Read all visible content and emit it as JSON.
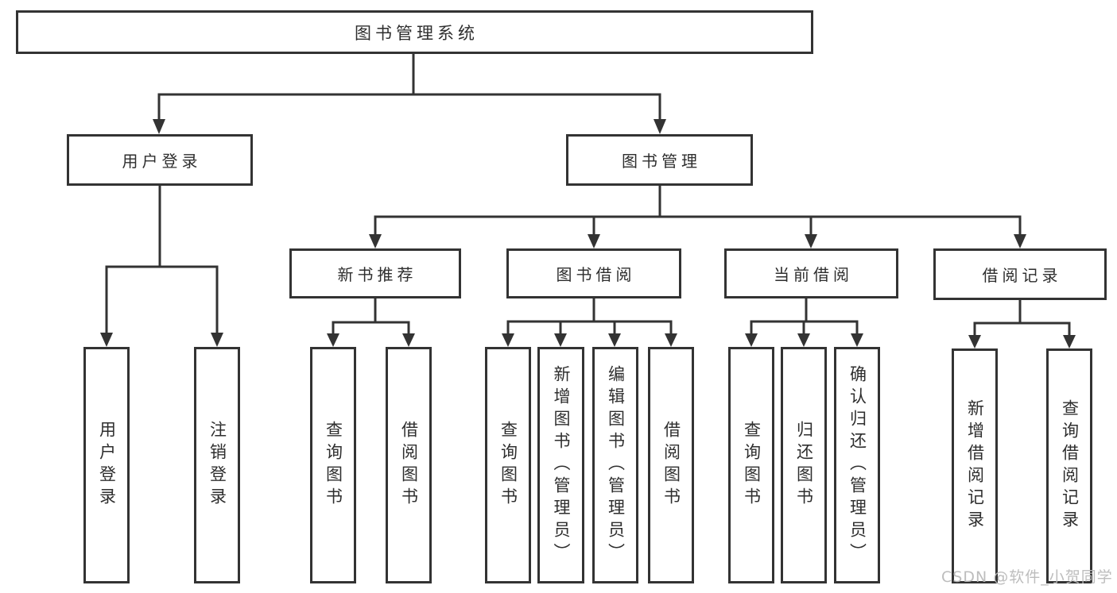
{
  "diagram": {
    "root": {
      "label": "图书管理系统"
    },
    "branches": [
      {
        "label": "用户登录",
        "children": [
          {
            "label": "用户登录"
          },
          {
            "label": "注销登录"
          }
        ]
      },
      {
        "label": "图书管理",
        "groups": [
          {
            "label": "新书推荐",
            "children": [
              {
                "label": "查询图书"
              },
              {
                "label": "借阅图书"
              }
            ]
          },
          {
            "label": "图书借阅",
            "children": [
              {
                "label": "查询图书"
              },
              {
                "label": "新增图书（管理员）"
              },
              {
                "label": "编辑图书（管理员）"
              },
              {
                "label": "借阅图书"
              }
            ]
          },
          {
            "label": "当前借阅",
            "children": [
              {
                "label": "查询图书"
              },
              {
                "label": "归还图书"
              },
              {
                "label": "确认归还（管理员）"
              }
            ]
          },
          {
            "label": "借阅记录",
            "children": [
              {
                "label": "新增借阅记录"
              },
              {
                "label": "查询借阅记录"
              }
            ]
          }
        ]
      }
    ]
  },
  "watermark": "CSDN @软件_小贺同学",
  "colors": {
    "line": "#333333",
    "text": "#2e2e2e",
    "watermark": "#b9b9b9",
    "background": "#ffffff"
  }
}
